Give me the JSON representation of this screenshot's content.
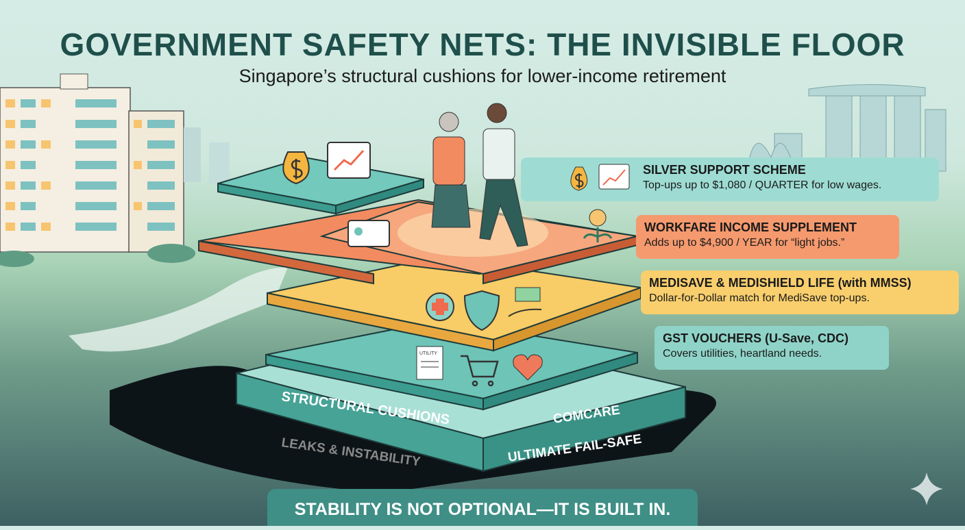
{
  "header": {
    "title": "GOVERNMENT SAFETY NETS: THE INVISIBLE FLOOR",
    "subtitle": "Singapore’s structural cushions for lower-income retirement"
  },
  "cards": [
    {
      "title": "SILVER SUPPORT SCHEME",
      "desc": "Top-ups up to $1,080 / QUARTER for low wages.",
      "color": "#9edcd3"
    },
    {
      "title": "WORKFARE INCOME SUPPLEMENT",
      "desc": "Adds up to $4,900 / YEAR for “light jobs.”",
      "color": "#f59a6e"
    },
    {
      "title": "MEDISAVE & MEDISHIELD LIFE (with MMSS)",
      "desc": "Dollar-for-Dollar match for MediSave top-ups.",
      "color": "#f9cf6e"
    },
    {
      "title": "GST VOUCHERS (U-Save, CDC)",
      "desc": "Covers utilities, heartland needs.",
      "color": "#8fd3c8"
    }
  ],
  "base": {
    "left_label": "STRUCTURAL CUSHIONS",
    "right_label_1": "COMCARE",
    "right_label_2": "ULTIMATE FAIL-SAFE",
    "shadow_label": "LEAKS & INSTABILITY"
  },
  "icons": {
    "receipt_text": "UTILITY"
  },
  "footer": {
    "text": "STABILITY IS NOT OPTIONAL—IT IS BUILT IN."
  }
}
